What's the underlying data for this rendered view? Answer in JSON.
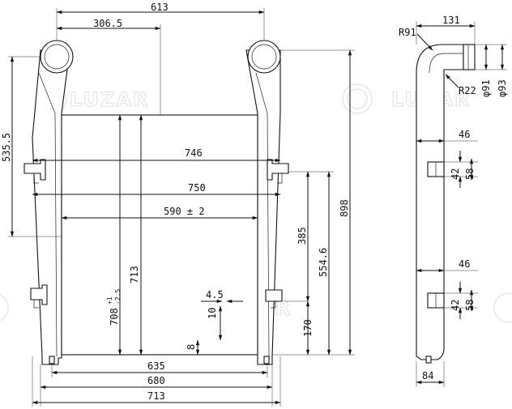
{
  "watermark": {
    "brand": "LUZAR"
  },
  "front_view": {
    "dims": {
      "overall_top": "613",
      "inlet_offset": "306.5",
      "core_height_left": "535.5",
      "inner_746": "746",
      "inner_750": "750",
      "core_width": "590 ± 2",
      "bracket_spacing": "385",
      "bracket_to_bottom": "554.6",
      "total_height": "898",
      "core_713": "713",
      "tol_708": "708",
      "tol_sup": "+1",
      "tol_sub": "-2.5",
      "gap_4_5": "4.5",
      "gap_10": "10",
      "bottom_170": "170",
      "bottom_8": "8",
      "bottom_635": "635",
      "bottom_680": "680",
      "bottom_713": "713"
    }
  },
  "side_view": {
    "dims": {
      "top_131": "131",
      "radius_91": "R91",
      "radius_22": "R22",
      "dia_91": "φ91",
      "dia_93": "φ93",
      "upper_46": "46",
      "upper_42": "42",
      "upper_58": "58",
      "lower_46": "46",
      "lower_42": "42",
      "lower_58": "58",
      "bottom_84": "84"
    }
  }
}
